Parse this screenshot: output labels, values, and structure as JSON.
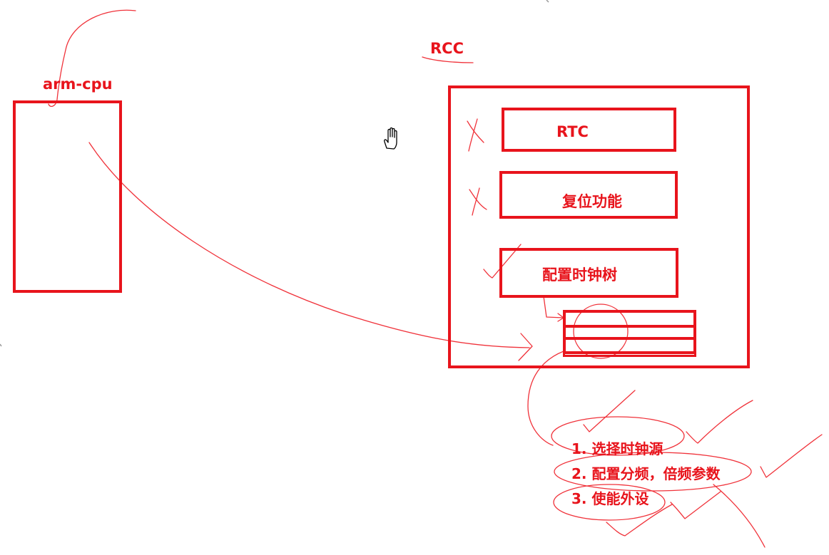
{
  "labels": {
    "arm_cpu": "arm-cpu",
    "rcc": "RCC",
    "rtc": "RTC",
    "reset": "复位功能",
    "clock_tree": "配置时钟树",
    "step1": "1. 选择时钟源",
    "step2": "2. 配置分频，倍频参数",
    "step3": "3. 使能外设"
  },
  "colors": {
    "ink": "#e8141c",
    "thin_ink": "#f0323a",
    "background": "#ffffff"
  },
  "icons": {
    "cursor": "hand-grab-cursor-icon"
  }
}
